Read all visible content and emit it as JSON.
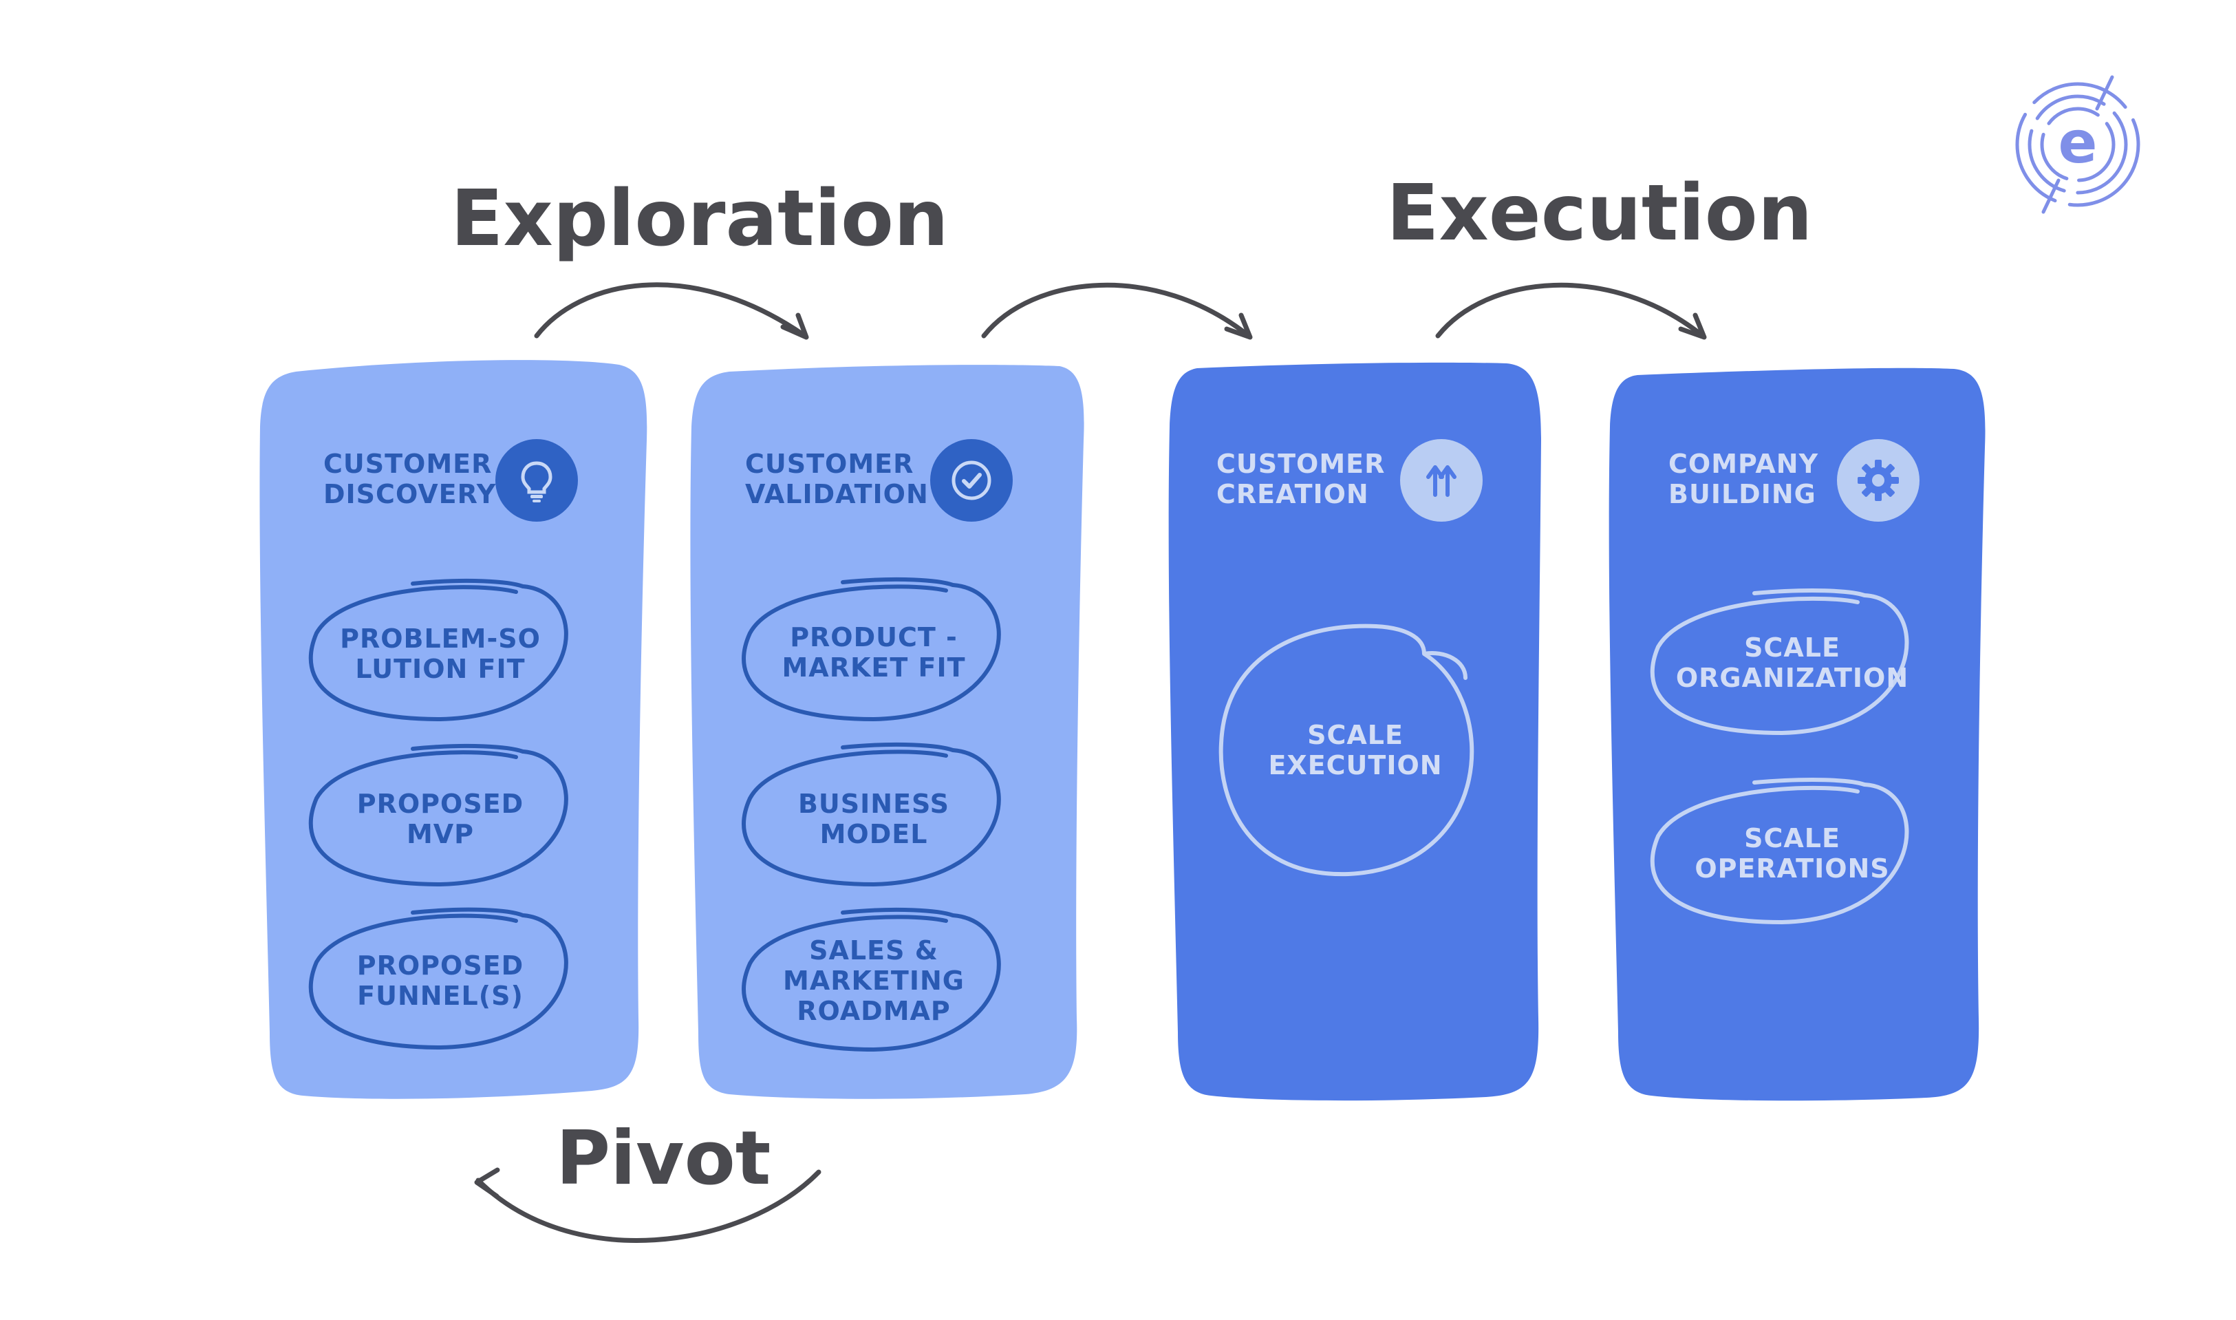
{
  "headings": {
    "exploration": "Exploration",
    "execution": "Execution",
    "pivot": "Pivot"
  },
  "colors": {
    "heading": "#4a4a4f",
    "light_card": "#8fb0f7",
    "dark_card": "#4f7ae6",
    "dark_text": "#2a5ab3",
    "light_text": "#d2ddf6",
    "badge_dark": "#2f62c4",
    "badge_light": "#b9cdf3",
    "arrow": "#4a4a4f",
    "logo": "#7f8fe8"
  },
  "cards": [
    {
      "title_line1": "CUSTOMER",
      "title_line2": "DISCOVERY",
      "icon": "lightbulb-icon",
      "milestones": [
        {
          "line1": "PROBLEM-SO",
          "line2": "LUTION FIT"
        },
        {
          "line1": "PROPOSED",
          "line2": "MVP"
        },
        {
          "line1": "PROPOSED",
          "line2": "FUNNEL(S)"
        }
      ]
    },
    {
      "title_line1": "CUSTOMER",
      "title_line2": "VALIDATION",
      "icon": "checkmark-icon",
      "milestones": [
        {
          "line1": "PRODUCT -",
          "line2": "MARKET FIT"
        },
        {
          "line1": "BUSINESS",
          "line2": "MODEL"
        },
        {
          "line1": "SALES &",
          "line2": "MARKETING",
          "line3": "ROADMAP"
        }
      ]
    },
    {
      "title_line1": "CUSTOMER",
      "title_line2": "CREATION",
      "icon": "up-arrows-icon",
      "milestones": [
        {
          "line1": "SCALE",
          "line2": "EXECUTION"
        }
      ]
    },
    {
      "title_line1": "COMPANY",
      "title_line2": "BUILDING",
      "icon": "gear-icon",
      "milestones": [
        {
          "line1": "SCALE",
          "line2": "ORGANIZATION"
        },
        {
          "line1": "SCALE",
          "line2": "OPERATIONS"
        }
      ]
    }
  ],
  "logo": {
    "icon": "e-logo-icon",
    "letter": "e"
  }
}
